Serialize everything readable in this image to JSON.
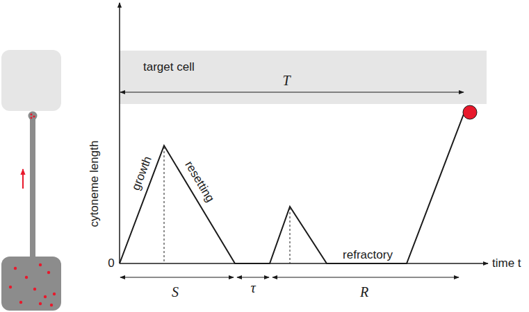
{
  "diagram": {
    "nodes": [
      {
        "text": [
          "target cell"
        ]
      }
    ],
    "labels": [
      "cytoneme length",
      "0",
      "time t",
      "growth",
      "resetting",
      "refractory",
      "T",
      "S",
      "τ",
      "R"
    ]
  }
}
